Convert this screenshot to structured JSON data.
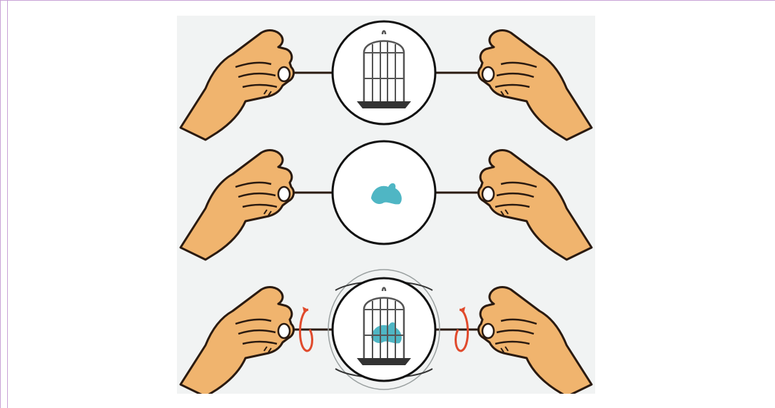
{
  "figure": {
    "description_rows": [
      {
        "row": "cage-only",
        "shows_cage": true,
        "shows_bird": false,
        "spinning": false
      },
      {
        "row": "bird-only",
        "shows_cage": false,
        "shows_bird": true,
        "spinning": false
      },
      {
        "row": "spinning-combined",
        "shows_cage": true,
        "shows_bird": true,
        "spinning": true
      }
    ],
    "colors": {
      "frame_border": "#c9a3d6",
      "background": "#f1f3f3",
      "skin": "#f0b46e",
      "outline": "#2a1a10",
      "bird": "#4fb6c4",
      "arrow": "#e04a2c",
      "cage": "#555555",
      "cage_base": "#333333"
    },
    "icons": [
      "hand-left-icon",
      "hand-right-icon",
      "disc-icon",
      "birdcage-icon",
      "bird-icon",
      "rotation-arrow-icon"
    ]
  }
}
